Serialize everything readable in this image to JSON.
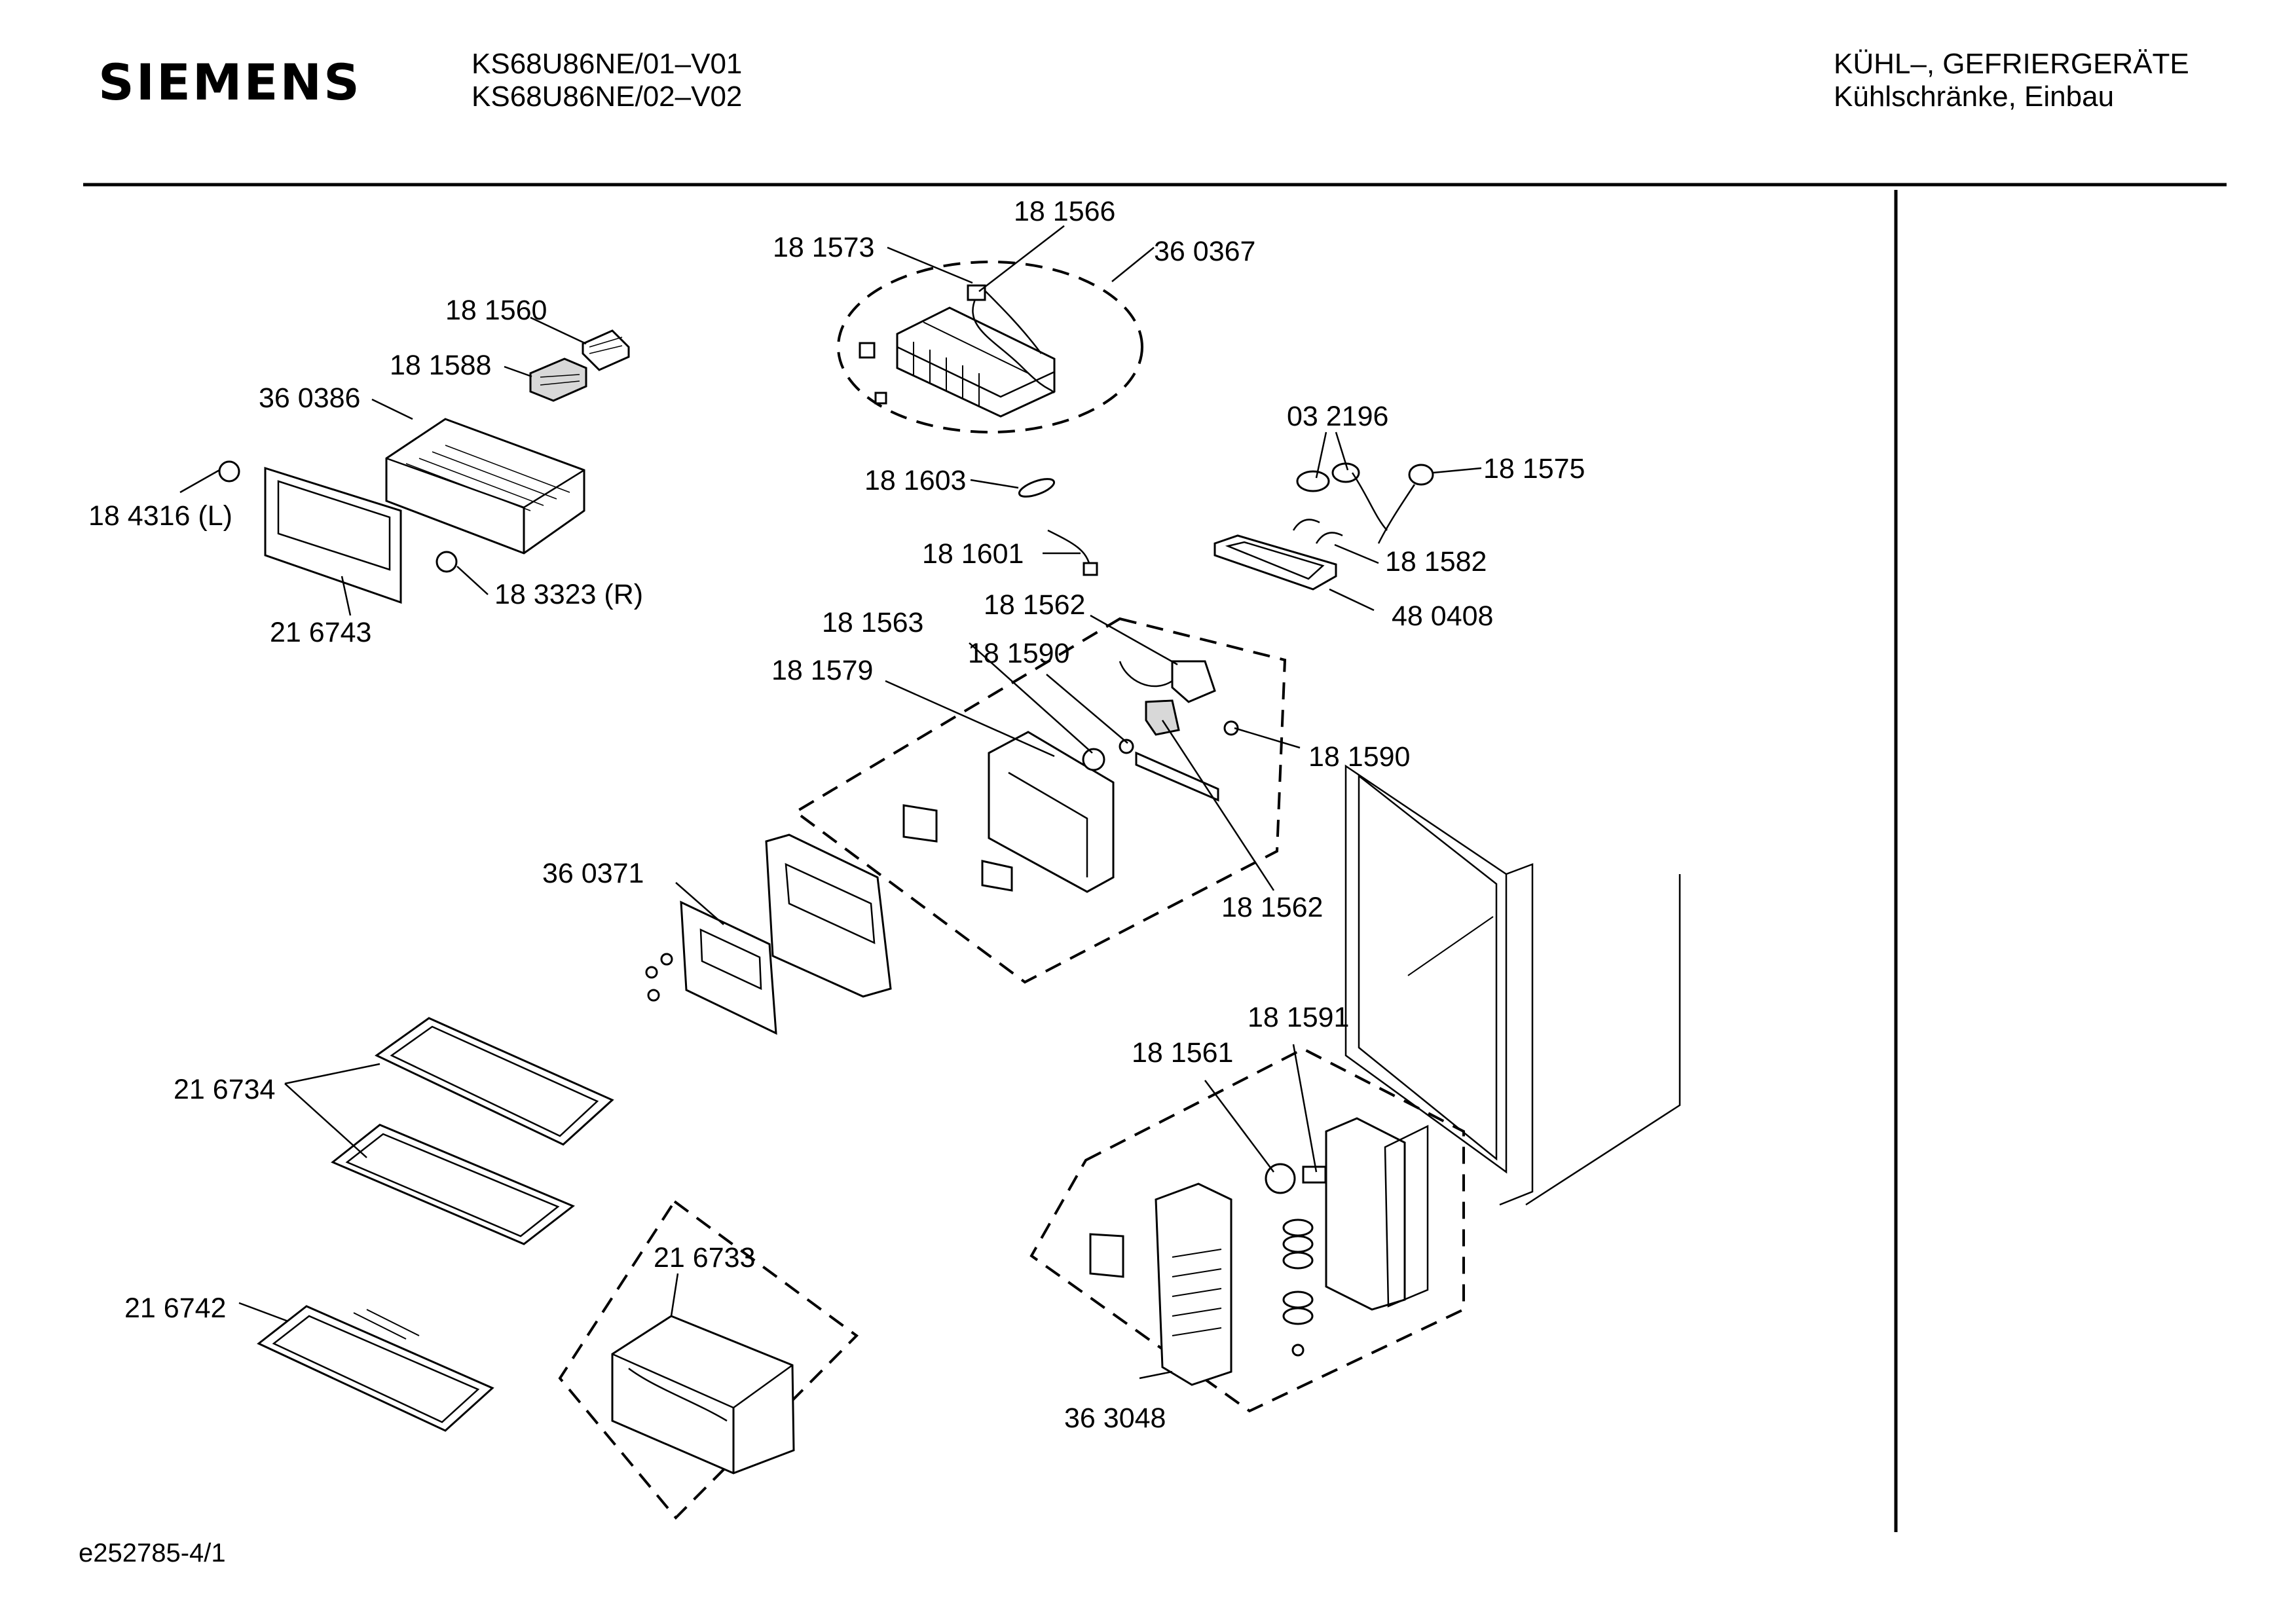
{
  "header": {
    "brand": "SIEMENS",
    "model_line_1": "KS68U86NE/01–V01",
    "model_line_2": "KS68U86NE/02–V02",
    "category_line_1": "KÜHL–, GEFRIERGERÄTE",
    "category_line_2": "Kühlschränke, Einbau"
  },
  "parts": [
    {
      "id": "p1",
      "number": "18 1566"
    },
    {
      "id": "p2",
      "number": "18 1573"
    },
    {
      "id": "p3",
      "number": "36 0367"
    },
    {
      "id": "p4",
      "number": "18 1560"
    },
    {
      "id": "p5",
      "number": "18 1588"
    },
    {
      "id": "p6",
      "number": "36 0386"
    },
    {
      "id": "p7",
      "number": "03 2196"
    },
    {
      "id": "p8",
      "number": "18 1575"
    },
    {
      "id": "p9",
      "number": "18 4316 (L)"
    },
    {
      "id": "p10",
      "number": "18 1603"
    },
    {
      "id": "p11",
      "number": "18 1601"
    },
    {
      "id": "p12",
      "number": "18 1582"
    },
    {
      "id": "p13",
      "number": "18 3323 (R)"
    },
    {
      "id": "p14",
      "number": "21 6743"
    },
    {
      "id": "p15",
      "number": "48 0408"
    },
    {
      "id": "p16",
      "number": "18 1562"
    },
    {
      "id": "p17",
      "number": "18 1563"
    },
    {
      "id": "p18",
      "number": "18 1590"
    },
    {
      "id": "p19",
      "number": "18 1579"
    },
    {
      "id": "p20",
      "number": "18 1590"
    },
    {
      "id": "p21",
      "number": "36 0371"
    },
    {
      "id": "p22",
      "number": "18 1562"
    },
    {
      "id": "p23",
      "number": "18 1591"
    },
    {
      "id": "p24",
      "number": "18 1561"
    },
    {
      "id": "p25",
      "number": "21 6734"
    },
    {
      "id": "p26",
      "number": "21 6733"
    },
    {
      "id": "p27",
      "number": "21 6742"
    },
    {
      "id": "p28",
      "number": "36 3048"
    }
  ],
  "footer": {
    "doc_id": "e252785-4/1"
  }
}
